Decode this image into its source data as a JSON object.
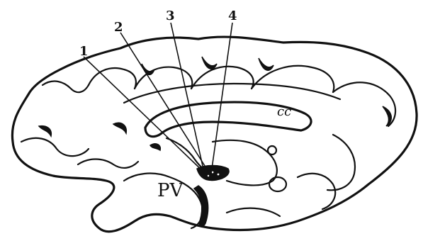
{
  "labels": {
    "one": "1",
    "two": "2",
    "three": "3",
    "four": "4",
    "cc": "cc",
    "pv": "PV"
  },
  "colors": {
    "ink": "#111111",
    "background": "#ffffff"
  }
}
